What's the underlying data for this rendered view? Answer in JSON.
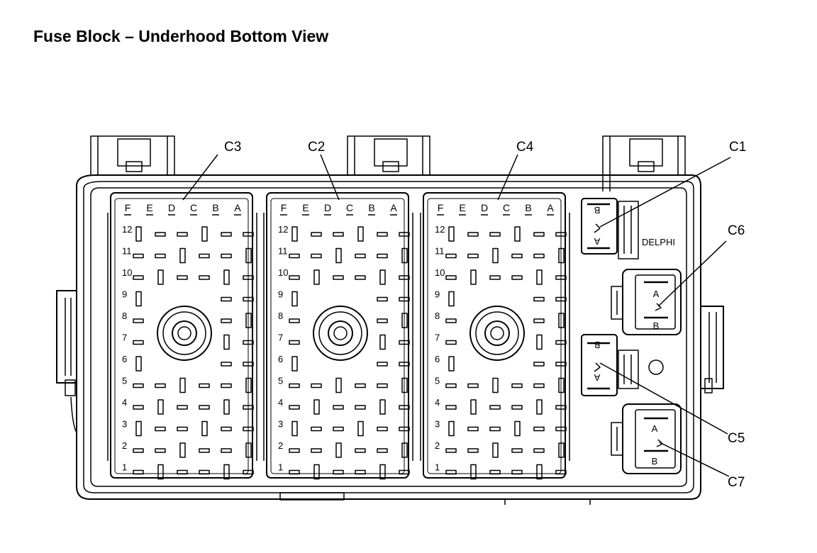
{
  "title": "Fuse Block – Underhood Bottom View",
  "brand_text": "DELPHI",
  "connector_labels": {
    "c1": "C1",
    "c2": "C2",
    "c3": "C3",
    "c4": "C4",
    "c5": "C5",
    "c6": "C6",
    "c7": "C7"
  },
  "column_letters": [
    "F",
    "E",
    "D",
    "C",
    "B",
    "A"
  ],
  "row_numbers": [
    "12",
    "11",
    "10",
    "9",
    "8",
    "7",
    "6",
    "5",
    "4",
    "3",
    "2",
    "1"
  ],
  "small_connector_terminals": {
    "top": "B",
    "bottom": "A"
  },
  "side_connector_terminals": {
    "top": "A",
    "bottom": "B"
  }
}
